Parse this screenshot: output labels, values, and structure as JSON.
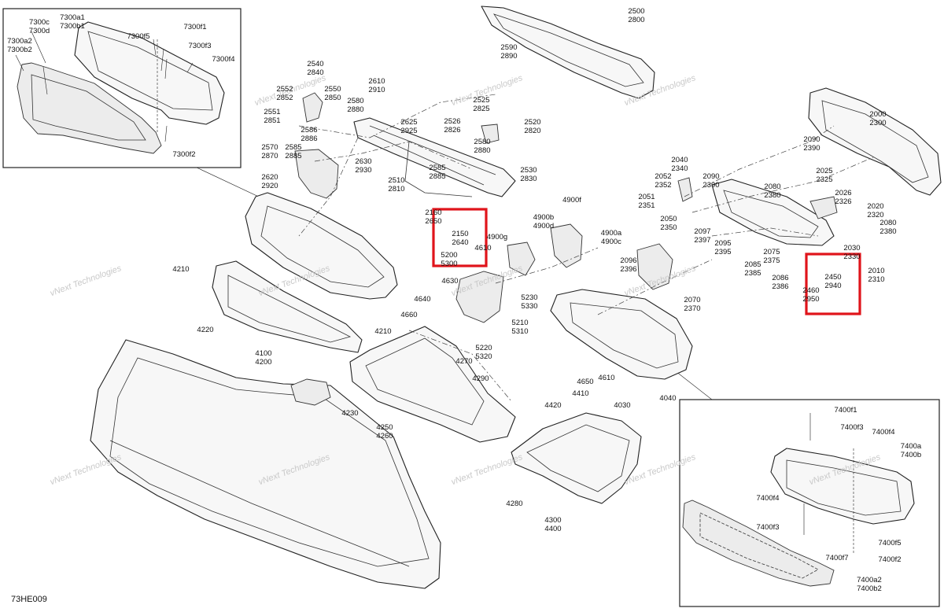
{
  "diagram": {
    "code": "73HE009",
    "watermark": "vNext Technologies",
    "highlight_color": "#e0141b",
    "callouts": [
      {
        "id": "c7300c",
        "lines": [
          "7300c",
          "7300d"
        ]
      },
      {
        "id": "c7300a1",
        "lines": [
          "7300a1",
          "7300b1"
        ]
      },
      {
        "id": "c7300a2",
        "lines": [
          "7300a2",
          "7300b2"
        ]
      },
      {
        "id": "c7300f5",
        "lines": [
          "7300f5"
        ]
      },
      {
        "id": "c7300f1",
        "lines": [
          "7300f1"
        ]
      },
      {
        "id": "c7300f3",
        "lines": [
          "7300f3"
        ]
      },
      {
        "id": "c7300f4",
        "lines": [
          "7300f4"
        ]
      },
      {
        "id": "c7300f2",
        "lines": [
          "7300f2"
        ]
      },
      {
        "id": "c2540",
        "lines": [
          "2540",
          "2840"
        ]
      },
      {
        "id": "c2550",
        "lines": [
          "2550",
          "2850"
        ]
      },
      {
        "id": "c2552",
        "lines": [
          "2552",
          "2852"
        ]
      },
      {
        "id": "c2551",
        "lines": [
          "2551",
          "2851"
        ]
      },
      {
        "id": "c2586",
        "lines": [
          "2586",
          "2886"
        ]
      },
      {
        "id": "c2585a",
        "lines": [
          "2585",
          "2885"
        ]
      },
      {
        "id": "c2570",
        "lines": [
          "2570",
          "2870"
        ]
      },
      {
        "id": "c2620",
        "lines": [
          "2620",
          "2920"
        ]
      },
      {
        "id": "c2610",
        "lines": [
          "2610",
          "2910"
        ]
      },
      {
        "id": "c2580a",
        "lines": [
          "2580",
          "2880"
        ]
      },
      {
        "id": "c2625",
        "lines": [
          "2625",
          "2925"
        ]
      },
      {
        "id": "c2630",
        "lines": [
          "2630",
          "2930"
        ]
      },
      {
        "id": "c2510",
        "lines": [
          "2510",
          "2810"
        ]
      },
      {
        "id": "c2585b",
        "lines": [
          "2585",
          "2885"
        ]
      },
      {
        "id": "c2525",
        "lines": [
          "2525",
          "2825"
        ]
      },
      {
        "id": "c2526",
        "lines": [
          "2526",
          "2826"
        ]
      },
      {
        "id": "c2520",
        "lines": [
          "2520",
          "2820"
        ]
      },
      {
        "id": "c2580b",
        "lines": [
          "2580",
          "2880"
        ]
      },
      {
        "id": "c2530",
        "lines": [
          "2530",
          "2830"
        ]
      },
      {
        "id": "c2590",
        "lines": [
          "2590",
          "2890"
        ]
      },
      {
        "id": "c2500",
        "lines": [
          "2500",
          "2800"
        ]
      },
      {
        "id": "c2000",
        "lines": [
          "2000",
          "2300"
        ]
      },
      {
        "id": "c2090a",
        "lines": [
          "2090",
          "2390"
        ]
      },
      {
        "id": "c2040",
        "lines": [
          "2040",
          "2340"
        ]
      },
      {
        "id": "c2052",
        "lines": [
          "2052",
          "2352"
        ]
      },
      {
        "id": "c2090b",
        "lines": [
          "2090",
          "2390"
        ]
      },
      {
        "id": "c2080a",
        "lines": [
          "2080",
          "2380"
        ]
      },
      {
        "id": "c2025",
        "lines": [
          "2025",
          "2325"
        ]
      },
      {
        "id": "c2026",
        "lines": [
          "2026",
          "2326"
        ]
      },
      {
        "id": "c2020",
        "lines": [
          "2020",
          "2320"
        ]
      },
      {
        "id": "c2080b",
        "lines": [
          "2080",
          "2380"
        ]
      },
      {
        "id": "c2051",
        "lines": [
          "2051",
          "2351"
        ]
      },
      {
        "id": "c2050",
        "lines": [
          "2050",
          "2350"
        ]
      },
      {
        "id": "c2097",
        "lines": [
          "2097",
          "2397"
        ]
      },
      {
        "id": "c2095",
        "lines": [
          "2095",
          "2395"
        ]
      },
      {
        "id": "c2075",
        "lines": [
          "2075",
          "2375"
        ]
      },
      {
        "id": "c2085",
        "lines": [
          "2085",
          "2385"
        ]
      },
      {
        "id": "c2030",
        "lines": [
          "2030",
          "2330"
        ]
      },
      {
        "id": "c2010",
        "lines": [
          "2010",
          "2310"
        ]
      },
      {
        "id": "c2086",
        "lines": [
          "2086",
          "2386"
        ]
      },
      {
        "id": "c2450",
        "lines": [
          "2450",
          "2940"
        ]
      },
      {
        "id": "c2460",
        "lines": [
          "2460",
          "2950"
        ]
      },
      {
        "id": "c2096",
        "lines": [
          "2096",
          "2396"
        ]
      },
      {
        "id": "c2070",
        "lines": [
          "2070",
          "2370"
        ]
      },
      {
        "id": "c2160",
        "lines": [
          "2160",
          "2650"
        ]
      },
      {
        "id": "c2150",
        "lines": [
          "2150",
          "2640"
        ]
      },
      {
        "id": "c5200",
        "lines": [
          "5200",
          "5300"
        ]
      },
      {
        "id": "c4900b",
        "lines": [
          "4900b",
          "4900d"
        ]
      },
      {
        "id": "c4900f",
        "lines": [
          "4900f"
        ]
      },
      {
        "id": "c4900g",
        "lines": [
          "4900g"
        ]
      },
      {
        "id": "c4900a",
        "lines": [
          "4900a",
          "4900c"
        ]
      },
      {
        "id": "c4610a",
        "lines": [
          "4610"
        ]
      },
      {
        "id": "c4630",
        "lines": [
          "4630"
        ]
      },
      {
        "id": "c4640",
        "lines": [
          "4640"
        ]
      },
      {
        "id": "c4660",
        "lines": [
          "4660"
        ]
      },
      {
        "id": "c5230",
        "lines": [
          "5230",
          "5330"
        ]
      },
      {
        "id": "c5210",
        "lines": [
          "5210",
          "5310"
        ]
      },
      {
        "id": "c5220",
        "lines": [
          "5220",
          "5320"
        ]
      },
      {
        "id": "c4270",
        "lines": [
          "4270"
        ]
      },
      {
        "id": "c4210a",
        "lines": [
          "4210"
        ]
      },
      {
        "id": "c4210b",
        "lines": [
          "4210"
        ]
      },
      {
        "id": "c4220",
        "lines": [
          "4220"
        ]
      },
      {
        "id": "c4100",
        "lines": [
          "4100",
          "4200"
        ]
      },
      {
        "id": "c4290",
        "lines": [
          "4290"
        ]
      },
      {
        "id": "c4230",
        "lines": [
          "4230"
        ]
      },
      {
        "id": "c4250",
        "lines": [
          "4250",
          "4260"
        ]
      },
      {
        "id": "c4610b",
        "lines": [
          "4610"
        ]
      },
      {
        "id": "c4650",
        "lines": [
          "4650"
        ]
      },
      {
        "id": "c4410",
        "lines": [
          "4410"
        ]
      },
      {
        "id": "c4030",
        "lines": [
          "4030"
        ]
      },
      {
        "id": "c4420",
        "lines": [
          "4420"
        ]
      },
      {
        "id": "c4040",
        "lines": [
          "4040"
        ]
      },
      {
        "id": "c4280",
        "lines": [
          "4280"
        ]
      },
      {
        "id": "c4300",
        "lines": [
          "4300",
          "4400"
        ]
      },
      {
        "id": "c7400f1",
        "lines": [
          "7400f1"
        ]
      },
      {
        "id": "c7400f3a",
        "lines": [
          "7400f3"
        ]
      },
      {
        "id": "c7400f4a",
        "lines": [
          "7400f4"
        ]
      },
      {
        "id": "c7400a",
        "lines": [
          "7400a",
          "7400b"
        ]
      },
      {
        "id": "c7400f4b",
        "lines": [
          "7400f4"
        ]
      },
      {
        "id": "c7400f3b",
        "lines": [
          "7400f3"
        ]
      },
      {
        "id": "c7400f5",
        "lines": [
          "7400f5"
        ]
      },
      {
        "id": "c7400f7",
        "lines": [
          "7400f7"
        ]
      },
      {
        "id": "c7400f2",
        "lines": [
          "7400f2"
        ]
      },
      {
        "id": "c7400a2",
        "lines": [
          "7400a2",
          "7400b2"
        ]
      }
    ]
  }
}
